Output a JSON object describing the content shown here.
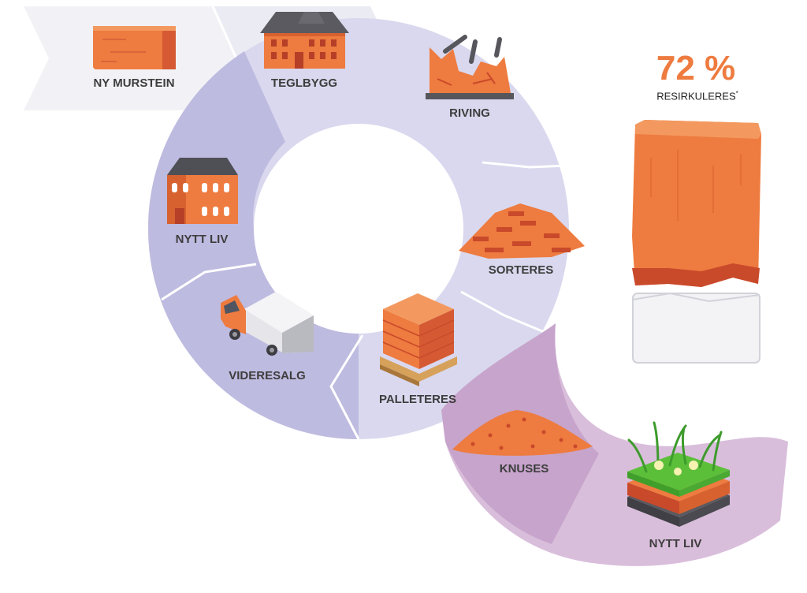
{
  "steps": {
    "new_brick": "NY MURSTEIN",
    "brick_building": "TEGLBYGG",
    "demolition": "RIVING",
    "sorting": "SORTERES",
    "palletizing": "PALLETERES",
    "resale": "VIDERESALG",
    "new_life_building": "NYTT LIV",
    "crushing": "KNUSES",
    "new_life_green": "NYTT LIV"
  },
  "recycled": {
    "value": "72 %",
    "percent": 72,
    "label": "RESIRKULERES",
    "footnote_mark": "*"
  },
  "colors": {
    "brick": "#ee7b3f",
    "brick_dark": "#c9492b",
    "label_text": "#3d3d3d",
    "arrow_light": "#ececf4",
    "loop_lavender": "#d8d6ec",
    "loop_purple": "#b7b4da",
    "branch_pink": "#c9a7cc"
  },
  "icons": {
    "new_brick": "brick-icon",
    "brick_building": "brick-building-icon",
    "demolition": "demolished-building-icon",
    "sorting": "brick-pile-icon",
    "palletizing": "brick-pallet-icon",
    "resale": "truck-icon",
    "new_life_building": "brick-house-icon",
    "crushing": "crushed-brick-icon",
    "new_life_green": "green-roof-icon",
    "recycled": "recycled-brick-bar-icon"
  }
}
